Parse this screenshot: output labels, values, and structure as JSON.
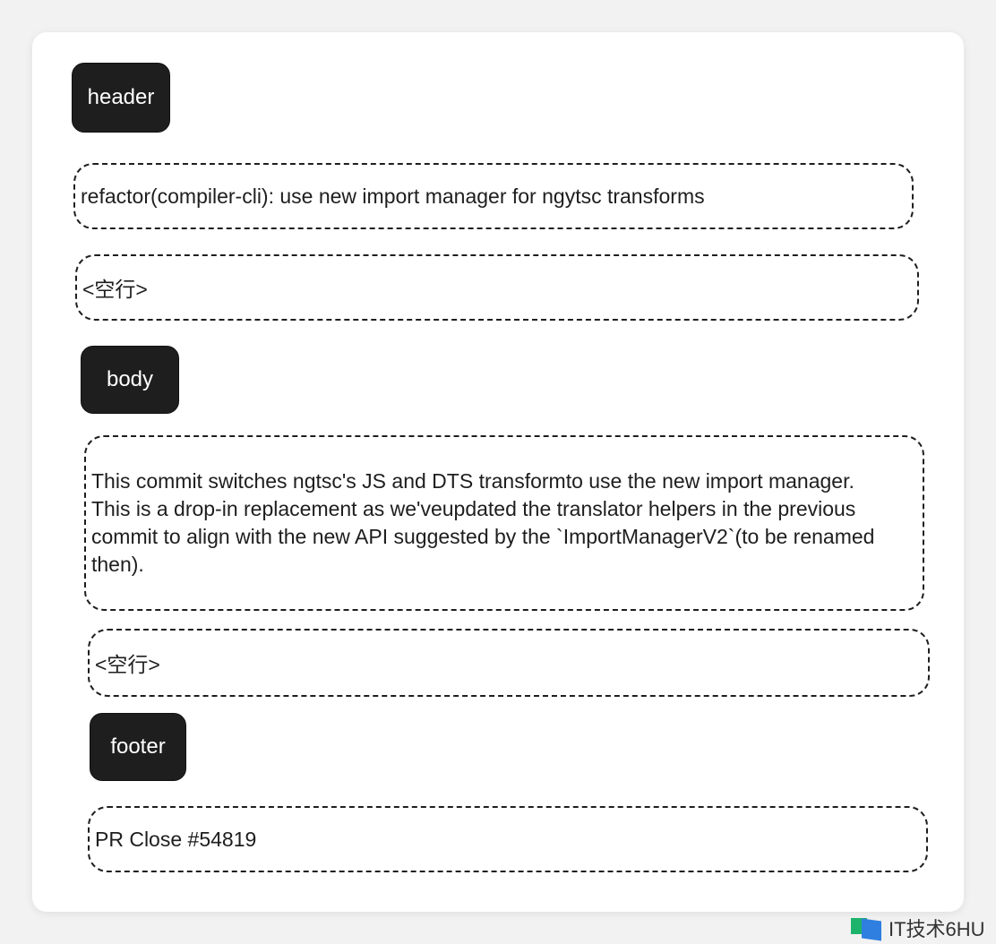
{
  "sections": {
    "header": {
      "label": "header",
      "subject": "refactor(compiler-cli): use new import manager for ngytsc transforms",
      "blank": "<空行>"
    },
    "body": {
      "label": "body",
      "text": "This commit switches ngtsc's JS and DTS transformto use the new import manager. This is a drop-in replacement as we'veupdated the translator helpers in the previous commit to align with the new API suggested by the `ImportManagerV2`(to be renamed then).",
      "blank": "<空行>"
    },
    "footer": {
      "label": "footer",
      "text": "PR Close #54819"
    }
  },
  "watermark": "IT技术6HU"
}
